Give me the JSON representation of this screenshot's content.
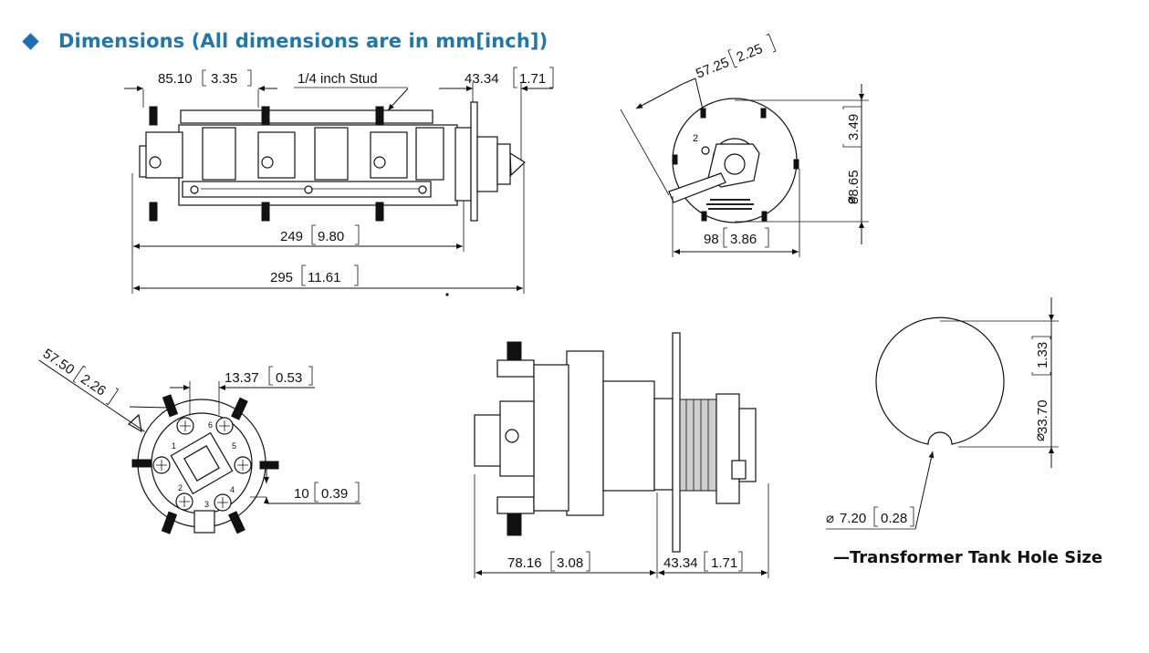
{
  "header": {
    "title": "Dimensions (All dimensions are in mm[inch])",
    "bullet_icon": "diamond-icon",
    "accent": "#2476a6"
  },
  "views": {
    "side": {
      "d1_mm": "85.10",
      "d1_in": "3.35",
      "stud": "1/4 inch Stud",
      "d2_mm": "43.34",
      "d2_in": "1.71",
      "d3_mm": "249",
      "d3_in": "9.80",
      "d4_mm": "295",
      "d4_in": "11.61"
    },
    "front": {
      "handle_mm": "57.25",
      "handle_in": "2.25",
      "dia_mm": "88.65",
      "dia_in": "3.49",
      "width_mm": "98",
      "width_in": "3.86",
      "label_num": "2"
    },
    "rear": {
      "arm_mm": "57.50",
      "arm_in": "2.26",
      "gap_mm": "13.37",
      "gap_in": "0.53",
      "pin_mm": "10",
      "pin_in": "0.39",
      "positions": [
        "1",
        "2",
        "3",
        "4",
        "5",
        "6"
      ]
    },
    "detail": {
      "d1_mm": "78.16",
      "d1_in": "3.08",
      "d2_mm": "43.34",
      "d2_in": "1.71"
    },
    "hole": {
      "dia_mm": "33.70",
      "dia_in": "1.33",
      "notch_mm": "7.20",
      "notch_in": "0.28",
      "caption": "—Transformer Tank Hole Size"
    }
  }
}
